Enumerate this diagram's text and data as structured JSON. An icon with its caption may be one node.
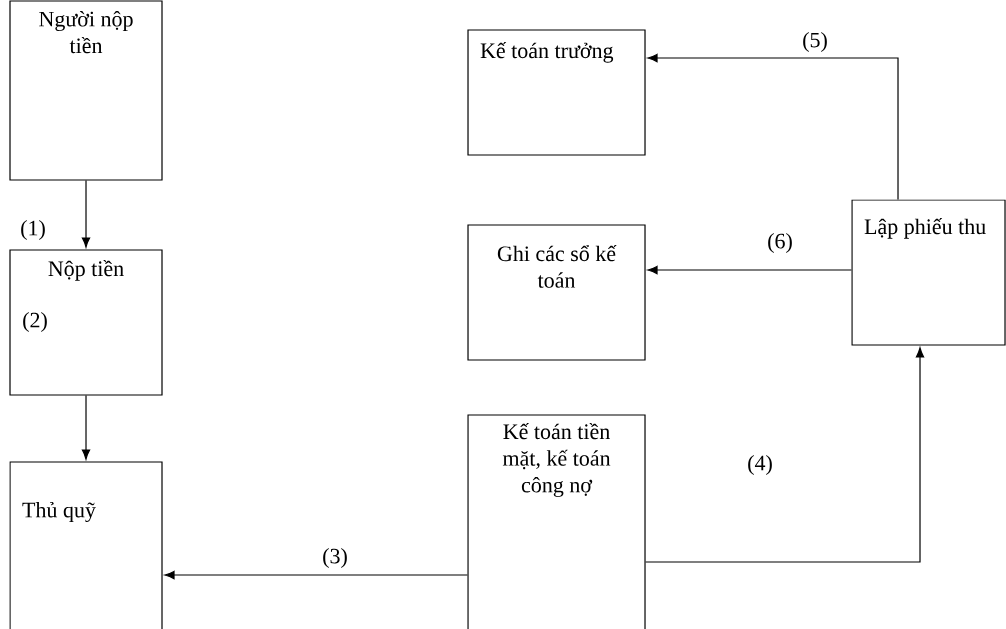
{
  "diagram": {
    "nodes": [
      {
        "text": [
          "Người nộp tiền"
        ]
      },
      {
        "text": [
          "Nộp tiền"
        ]
      },
      {
        "text": [
          "Thủ quỹ"
        ]
      },
      {
        "text": [
          "Kế toán trưởng"
        ]
      },
      {
        "text": [
          "Ghi các sổ kế toán"
        ]
      },
      {
        "text": [
          "Lập phiếu thu"
        ]
      },
      {
        "text": [
          "Kế toán tiền mặt, kế toán công nợ"
        ]
      }
    ],
    "edges": [
      {
        "from": 0,
        "to": 1,
        "arrow": "to",
        "label": "(1)"
      },
      {
        "from": 1,
        "to": 2,
        "arrow": "to",
        "label": "(2)"
      },
      {
        "from": 6,
        "to": 2,
        "arrow": "to",
        "label": "(3)"
      },
      {
        "from": 6,
        "to": 5,
        "arrow": "to",
        "label": "(4)"
      },
      {
        "from": 5,
        "to": 3,
        "arrow": "to",
        "label": "(5)"
      },
      {
        "from": 5,
        "to": 4,
        "arrow": "to",
        "label": "(6)"
      }
    ]
  }
}
